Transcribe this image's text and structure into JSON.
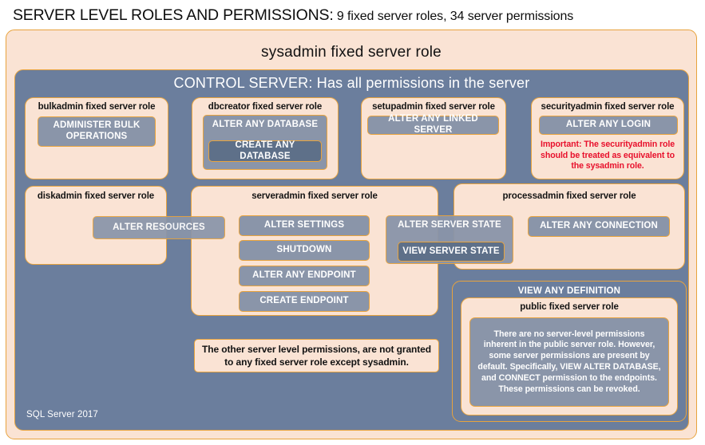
{
  "title": {
    "main": "SERVER LEVEL ROLES AND PERMISSIONS:",
    "sub": " 9 fixed server roles, 34 server permissions"
  },
  "sysadmin": {
    "label": "sysadmin fixed server role"
  },
  "control_server": {
    "label": "CONTROL SERVER: Has all permissions in the server"
  },
  "roles": {
    "bulkadmin": {
      "title": "bulkadmin fixed server role",
      "perm1": "ADMINISTER  BULK OPERATIONS"
    },
    "dbcreator": {
      "title": "dbcreator fixed server role",
      "perm1": "ALTER ANY DATABASE",
      "perm2": "CREATE  ANY DATABASE"
    },
    "setupadmin": {
      "title": "setupadmin fixed server role",
      "perm1": "ALTER ANY LINKED SERVER"
    },
    "securityadmin": {
      "title": "securityadmin fixed server role",
      "perm1": "ALTER ANY LOGIN",
      "note": "Important:  The securityadmin role should  be treated as equivalent to the  sysadmin role."
    },
    "diskadmin": {
      "title": "diskadmin fixed server role",
      "perm1": "ALTER RESOURCES"
    },
    "serveradmin": {
      "title": "serveradmin fixed server role",
      "perm1": "ALTER SETTINGS",
      "perm2": "SHUTDOWN",
      "perm3": "ALTER ANY ENDPOINT",
      "perm4": "CREATE  ENDPOINT",
      "perm5": "ALTER SERVER STATE",
      "perm6": "VIEW SERVER STATE"
    },
    "processadmin": {
      "title": "processadmin fixed server role",
      "perm1": "ALTER ANY CONNECTION"
    },
    "public": {
      "view_any_definition": "VIEW ANY DEFINITION",
      "title": "public  fixed server role",
      "description": "There are no server-level permissions inherent in the public server role. However, some server permissions are present by default. Specifically, VIEW ALTER DATABASE, and CONNECT permission to the endpoints. These permissions can be revoked."
    }
  },
  "other_note": "The other server level permissions,  are not granted to any fixed server role except sysadmin.",
  "footer": "SQL Server 2017",
  "colors": {
    "peach": "#FAE3D4",
    "gold_border": "#E8A33D",
    "slate": "#6B7E9D",
    "chip_light": "#8A95A9",
    "chip_dark": "#5E7089",
    "red_note": "#E8102C"
  }
}
